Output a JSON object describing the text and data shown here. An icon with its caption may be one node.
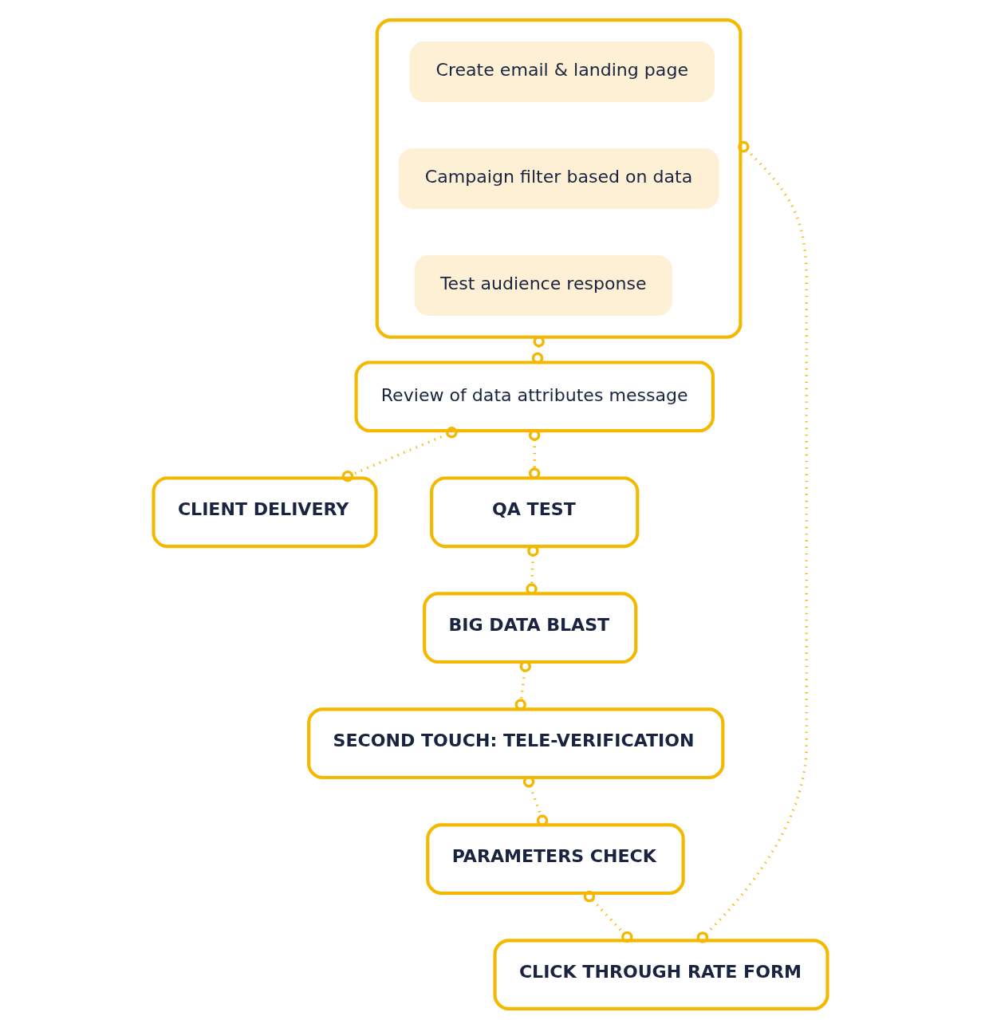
{
  "diagram": {
    "nodes": [
      {
        "text": [],
        "shape": "box"
      },
      {
        "text": [
          "Create email & landing page"
        ],
        "in": 0
      },
      {
        "text": [
          "Campaign filter based on data"
        ],
        "in": 0
      },
      {
        "text": [
          "Test audience response"
        ],
        "in": 0
      },
      {
        "text": [
          "Review of data attributes message"
        ]
      },
      {
        "text": [
          "CLIENT DELIVERY"
        ]
      },
      {
        "text": [
          "QA TEST"
        ]
      },
      {
        "text": [
          "BIG DATA BLAST"
        ]
      },
      {
        "text": [
          "SECOND TOUCH: TELE-VERIFICATION"
        ]
      },
      {
        "text": [
          "PARAMETERS CHECK"
        ]
      },
      {
        "text": [
          "CLICK THROUGH RATE FORM"
        ]
      }
    ],
    "edges": [
      {
        "from": 0,
        "to": 4,
        "arrow": "other"
      },
      {
        "from": 4,
        "to": 5,
        "arrow": "other"
      },
      {
        "from": 4,
        "to": 6,
        "arrow": "other"
      },
      {
        "from": 6,
        "to": 7,
        "arrow": "other"
      },
      {
        "from": 7,
        "to": 8,
        "arrow": "other"
      },
      {
        "from": 8,
        "to": 9,
        "arrow": "other"
      },
      {
        "from": 9,
        "to": 10,
        "arrow": "other"
      },
      {
        "from": 10,
        "to": 0,
        "arrow": "other"
      }
    ]
  }
}
